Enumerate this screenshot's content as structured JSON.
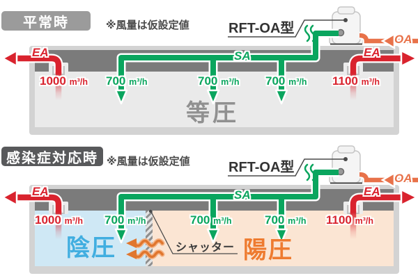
{
  "colors": {
    "exhaust_red": "#d9232e",
    "supply_green": "#0aa55e",
    "oa_orange": "#e8724a",
    "negative_pressure_text": "#41aee0",
    "negative_pressure_zone": "#cfe8f5",
    "positive_pressure_text": "#ee7b30",
    "positive_pressure_zone": "#fbe5d3",
    "ceiling_plenum_gray": "#7b7b7b",
    "wall_gray": "#d3d3d3",
    "room_gray": "#eaeaea",
    "badge_normal": "#9b9b9b",
    "badge_infection": "#58595b"
  },
  "diagrams": {
    "normal": {
      "badge": "平常時",
      "note": "※風量は仮設定値",
      "unit_model": "RFT-OA型",
      "duct_labels": {
        "ea_left": "EA",
        "sa": "SA",
        "ea_right": "EA",
        "oa": "OA"
      },
      "airflows": {
        "exhaust_left": {
          "value": "1000",
          "unit": "m³/h"
        },
        "supply_1": {
          "value": "700",
          "unit": "m³/h"
        },
        "supply_2": {
          "value": "700",
          "unit": "m³/h"
        },
        "supply_3": {
          "value": "700",
          "unit": "m³/h"
        },
        "exhaust_right": {
          "value": "1100",
          "unit": "m³/h"
        }
      },
      "room_pressure": "等圧"
    },
    "infection": {
      "badge": "感染症対応時",
      "note": "※風量は仮設定値",
      "unit_model": "RFT-OA型",
      "duct_labels": {
        "ea_left": "EA",
        "sa": "SA",
        "ea_right": "EA",
        "oa": "OA"
      },
      "airflows": {
        "exhaust_left": {
          "value": "1000",
          "unit": "m³/h"
        },
        "supply_1": {
          "value": "700",
          "unit": "m³/h"
        },
        "supply_2": {
          "value": "700",
          "unit": "m³/h"
        },
        "supply_3": {
          "value": "700",
          "unit": "m³/h"
        },
        "exhaust_right": {
          "value": "1100",
          "unit": "m³/h"
        }
      },
      "negative_pressure": "陰圧",
      "positive_pressure": "陽圧",
      "shutter_label": "シャッター"
    }
  }
}
